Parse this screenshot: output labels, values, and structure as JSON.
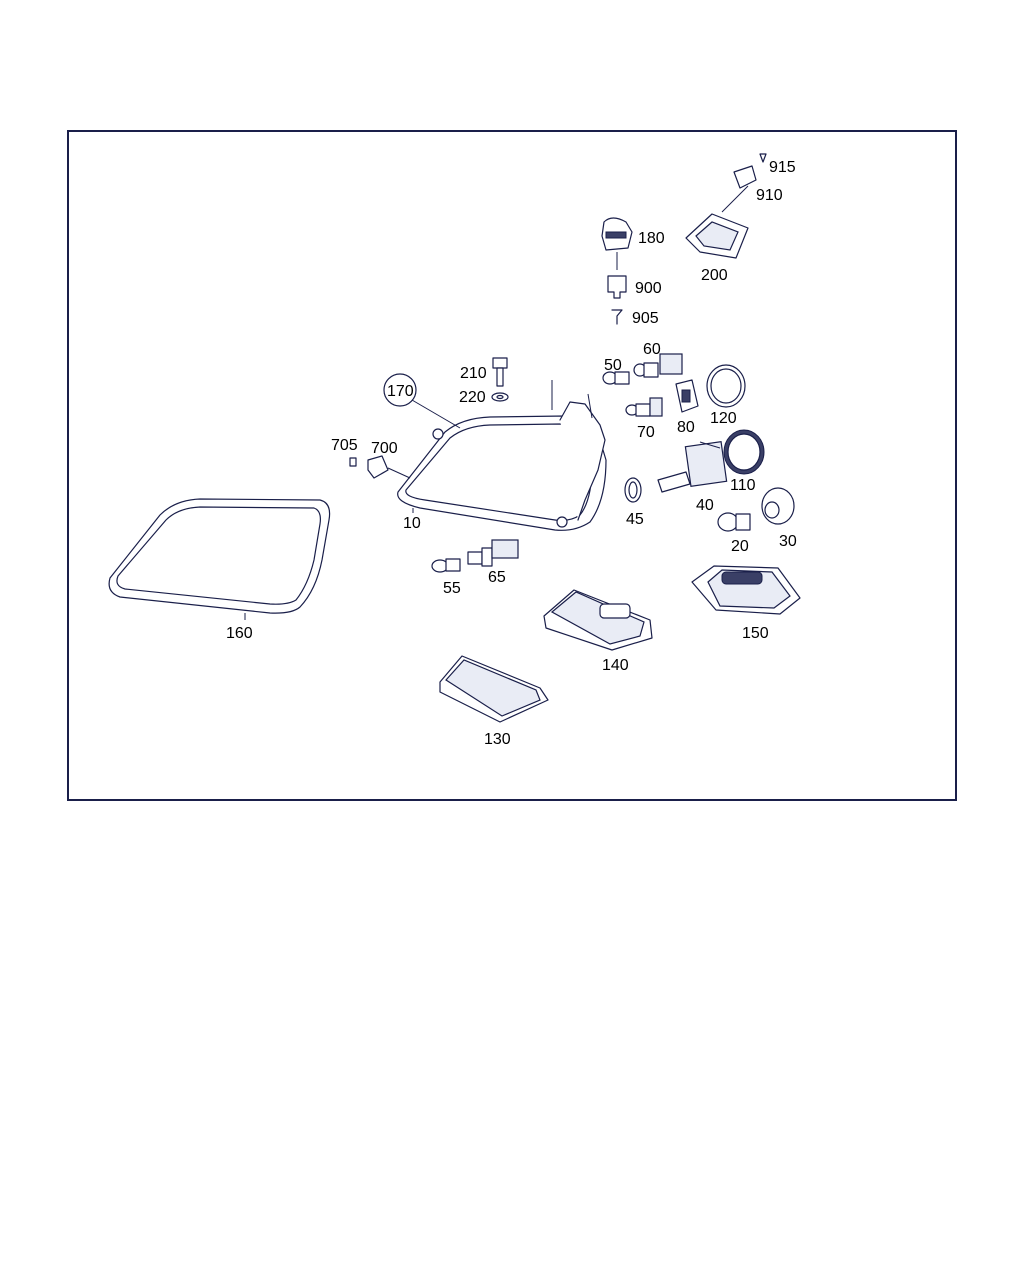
{
  "labels": {
    "l10": "10",
    "l20": "20",
    "l30": "30",
    "l40": "40",
    "l45": "45",
    "l50": "50",
    "l55": "55",
    "l60": "60",
    "l65": "65",
    "l70": "70",
    "l80": "80",
    "l110": "110",
    "l120": "120",
    "l130": "130",
    "l140": "140",
    "l150": "150",
    "l160": "160",
    "l170": "170",
    "l180": "180",
    "l200": "200",
    "l210": "210",
    "l220": "220",
    "l700": "700",
    "l705": "705",
    "l900": "900",
    "l905": "905",
    "l910": "910",
    "l915": "915"
  }
}
